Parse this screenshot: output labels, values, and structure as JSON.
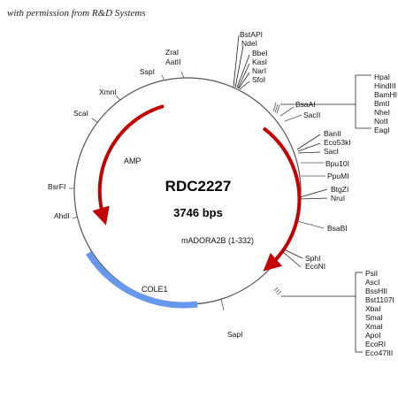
{
  "credit": "with permission from R&D Systems",
  "plasmid": {
    "name": "RDC2227",
    "size": "3746 bps"
  },
  "features": {
    "amp": "AMP",
    "insert": "mADORA2B (1-332)",
    "ori": "COLE1"
  },
  "colors": {
    "arrow": "#c40000",
    "ori": "#6699ee",
    "circle": "#555555"
  },
  "sites": {
    "left": [
      "ZraI",
      "AatII",
      "SspI",
      "XmnI",
      "ScaI",
      "BsrFI",
      "AhdI",
      "SapI"
    ],
    "top": [
      "BstAPI",
      "NdeI",
      "BbeI",
      "KasI",
      "NarI",
      "SfoI"
    ],
    "right": [
      "BsaAI",
      "SacII",
      "BanII",
      "Eco53kI",
      "SacI",
      "Bpu10I",
      "PpuMI",
      "BtgZI",
      "NruI",
      "BsaBI",
      "SphI",
      "EcoNI"
    ],
    "mcs1": [
      "HpaI",
      "HindIII",
      "BamHI",
      "BmtI",
      "NheI",
      "NotI",
      "EagI"
    ],
    "mcs2": [
      "PsiI",
      "AscI",
      "BssHII",
      "Bst1107I",
      "XbaI",
      "SmaI",
      "XmaI",
      "ApoI",
      "EcoRI",
      "Eco47III"
    ]
  }
}
